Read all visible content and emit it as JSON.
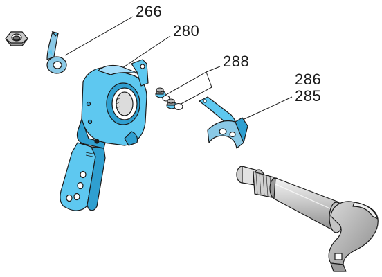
{
  "callouts": {
    "c266": "266",
    "c280": "280",
    "c288": "288",
    "c286": "286",
    "c285": "285"
  },
  "colors": {
    "highlight": "#5ec8f0",
    "highlight_dark": "#2f9fd0",
    "gray_light": "#dcdcdc",
    "gray_mid": "#a9a9a9",
    "gray_dark": "#6e6e6e",
    "outline": "#1a1a1a"
  },
  "parts": [
    {
      "id": "nut",
      "icon": "hex-nut"
    },
    {
      "id": "266",
      "icon": "eye-bolt"
    },
    {
      "id": "280",
      "icon": "slack-adjuster-arm"
    },
    {
      "id": "288",
      "icon": "bolt-washer-pair"
    },
    {
      "id": "285-286",
      "icon": "bracket-plate"
    },
    {
      "id": "camshaft",
      "icon": "s-cam-shaft"
    }
  ]
}
